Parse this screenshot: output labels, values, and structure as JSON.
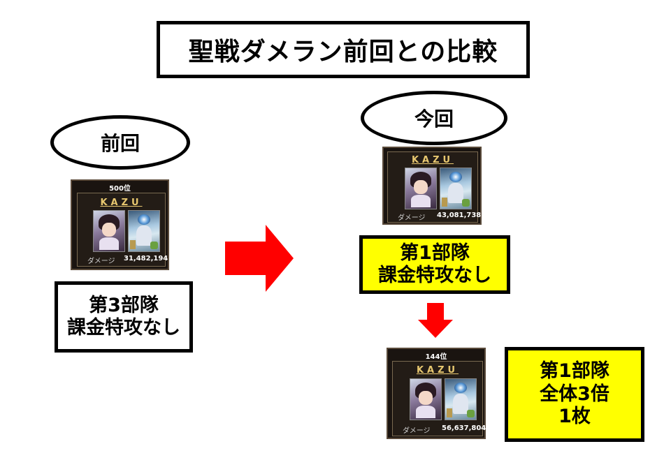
{
  "title": "聖戦ダメラン前回との比較",
  "previous": {
    "heading": "前回",
    "card": {
      "rank": "500位",
      "name": "KAZU",
      "damage_label": "ダメージ",
      "damage_value": "31,482,194"
    },
    "team_line1": "第3部隊",
    "team_line2": "課金特攻なし"
  },
  "current": {
    "heading": "今回",
    "card": {
      "rank": "",
      "name": "KAZU",
      "damage_label": "ダメージ",
      "damage_value": "43,081,738"
    },
    "team_line1": "第1部隊",
    "team_line2": "課金特攻なし"
  },
  "after": {
    "card": {
      "rank": "144位",
      "name": "KAZU",
      "damage_label": "ダメージ",
      "damage_value": "56,637,804"
    },
    "team_line1": "第1部隊",
    "team_line2": "全体3倍",
    "team_line3": "1枚"
  },
  "colors": {
    "arrow": "#ff0000",
    "highlight": "#ffff00",
    "card_bg": "#1a1410",
    "card_name": "#e8c870"
  },
  "icons": {
    "big_arrow": "right-arrow-icon",
    "small_arrow": "down-arrow-icon"
  }
}
